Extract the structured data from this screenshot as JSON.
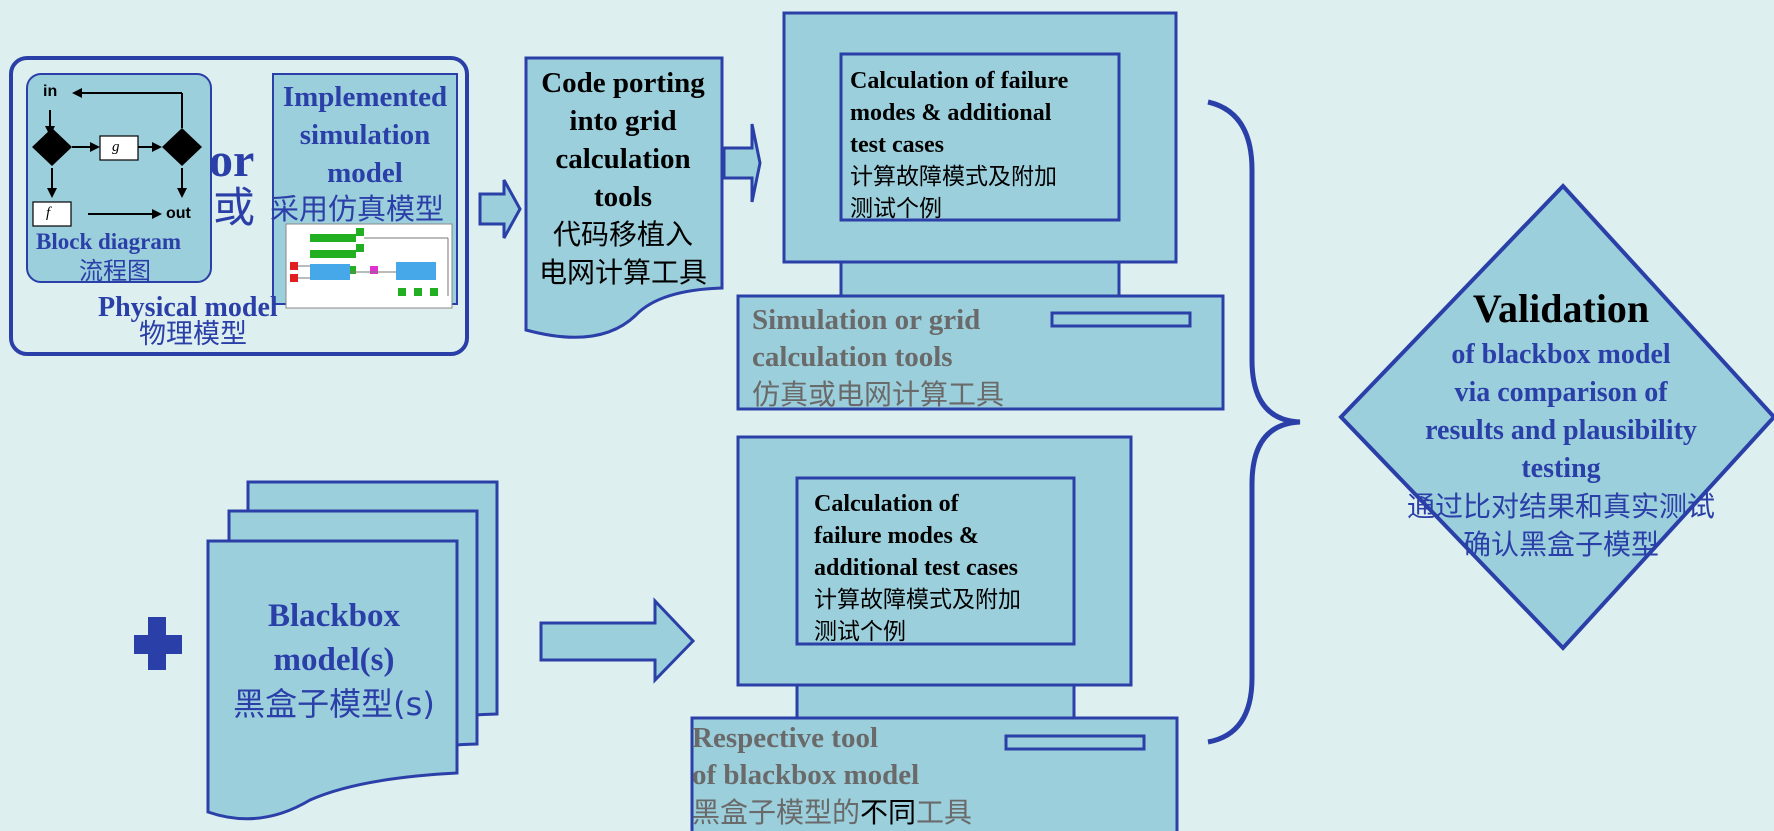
{
  "physical_model": {
    "block_in": "in",
    "block_g": "g",
    "block_f": "f",
    "block_out": "out",
    "block_caption_en": "Block diagram",
    "block_caption_cn": "流程图",
    "or_en": "or",
    "or_cn": "或",
    "impl_en_1": "Implemented",
    "impl_en_2": "simulation",
    "impl_en_3": "model",
    "impl_cn": "采用仿真模型",
    "caption_en": "Physical model",
    "caption_cn": "物理模型"
  },
  "code_porting": {
    "line1": "Code  porting",
    "line2": "into grid",
    "line3": "calculation",
    "line4": "tools",
    "cn1": "代码移植入",
    "cn2": "电网计算工具"
  },
  "top_computer": {
    "screen_en1": "Calculation of failure",
    "screen_en2": "modes & additional",
    "screen_en3": "test cases",
    "screen_cn1": "计算故障模式及附加",
    "screen_cn2": "测试个例",
    "base_en1": "Simulation or grid",
    "base_en2": "calculation tools",
    "base_cn": "仿真或电网计算工具"
  },
  "blackbox": {
    "en1": "Blackbox",
    "en2": "model(s)",
    "cn": "黑盒子模型(s)"
  },
  "bottom_computer": {
    "screen_en1": "Calculation of",
    "screen_en2": "failure modes &",
    "screen_en3": "additional test cases",
    "screen_cn1": "计算故障模式及附加",
    "screen_cn2": "测试个例",
    "base_en1": "Respective tool",
    "base_en2": "of blackbox model",
    "base_cn_a": "黑盒子模型的",
    "base_cn_b": "不同",
    "base_cn_c": "工具"
  },
  "validation": {
    "title": "Validation",
    "line1": "of blackbox model",
    "line2": "via comparison of",
    "line3": "results and  plausibility",
    "line4": "testing",
    "cn1": "通过比对结果和真实测试",
    "cn2": "确认黑盒子模型"
  },
  "colors": {
    "fill": "#9ccfdc",
    "stroke": "#2b3fa8",
    "background": "#ddf0ef"
  }
}
